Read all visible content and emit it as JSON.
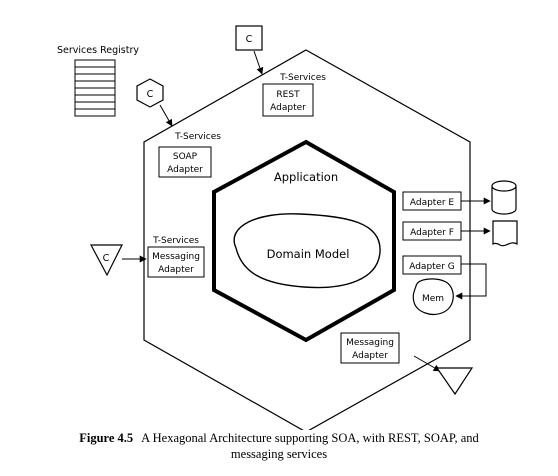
{
  "registry": {
    "label": "Services Registry"
  },
  "client_icon": {
    "letter": "C"
  },
  "outer_hex": {
    "rest": {
      "section": "T-Services",
      "line1": "REST",
      "line2": "Adapter"
    },
    "soap": {
      "section": "T-Services",
      "line1": "SOAP",
      "line2": "Adapter"
    },
    "messaging_in": {
      "section": "T-Services",
      "line1": "Messaging",
      "line2": "Adapter"
    },
    "messaging_out": {
      "line1": "Messaging",
      "line2": "Adapter"
    },
    "adapter_e": "Adapter E",
    "adapter_f": "Adapter F",
    "adapter_g": "Adapter G",
    "mem": "Mem"
  },
  "inner_hex": {
    "title": "Application",
    "domain": "Domain Model"
  },
  "caption": {
    "figure": "Figure 4.5",
    "line1": "A Hexagonal Architecture supporting SOA, with REST, SOAP, and",
    "line2": "messaging services"
  }
}
